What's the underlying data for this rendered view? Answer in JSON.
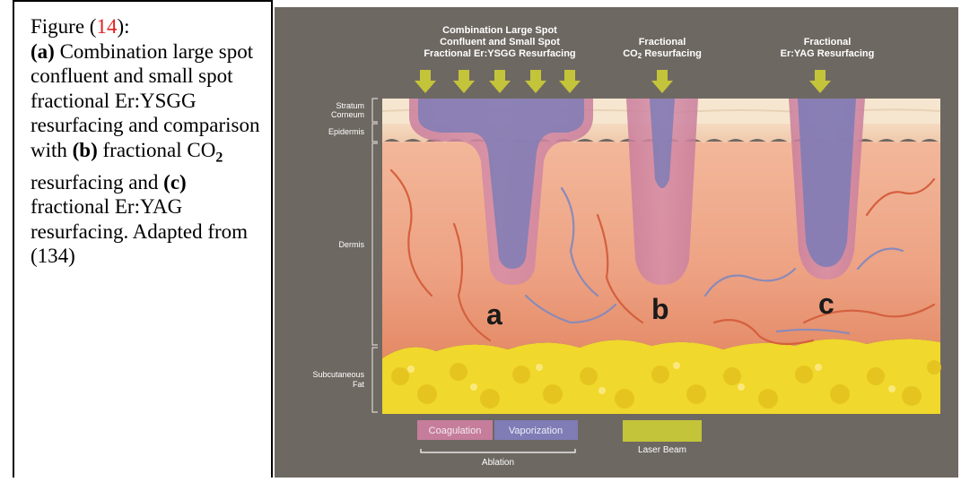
{
  "caption": {
    "fig_word": "Figure (",
    "fig_num": "14",
    "fig_close": "):",
    "a_label": "(a)",
    "a_text": " Combination large spot confluent and small spot fractional Er:YSGG resurfacing and comparison with ",
    "b_label": "(b)",
    "b_text_pre": " fractional CO",
    "b_sub": "2",
    "b_text_post": " resurfacing and ",
    "c_label": "(c)",
    "c_text": " fractional Er:YAG resurfacing. Adapted from (134)"
  },
  "figure": {
    "headers": {
      "a_line1": "Combination Large Spot",
      "a_line2": "Confluent and Small Spot",
      "a_line3": "Fractional Er:YSGG Resurfacing",
      "b_line1": "Fractional",
      "b_line2_pre": "CO",
      "b_line2_sub": "2",
      "b_line2_post": " Resurfacing",
      "c_line1": "Fractional",
      "c_line2": "Er:YAG Resurfacing"
    },
    "layers": {
      "stratum_1": "Stratum",
      "stratum_2": "Corneum",
      "epidermis": "Epidermis",
      "dermis": "Dermis",
      "subcut_1": "Subcutaneous",
      "subcut_2": "Fat"
    },
    "letters": {
      "a": "a",
      "b": "b",
      "c": "c"
    },
    "legend": {
      "coagulation": "Coagulation",
      "vaporization": "Vaporization",
      "ablation": "Ablation",
      "laser_beam": "Laser Beam"
    },
    "colors": {
      "background": "#6e6862",
      "arrow": "#c4c43a",
      "coagulation": "#c57d9b",
      "vaporization": "#7f7cb6",
      "dermis": "#eea98a",
      "fat": "#f0d82c"
    }
  }
}
